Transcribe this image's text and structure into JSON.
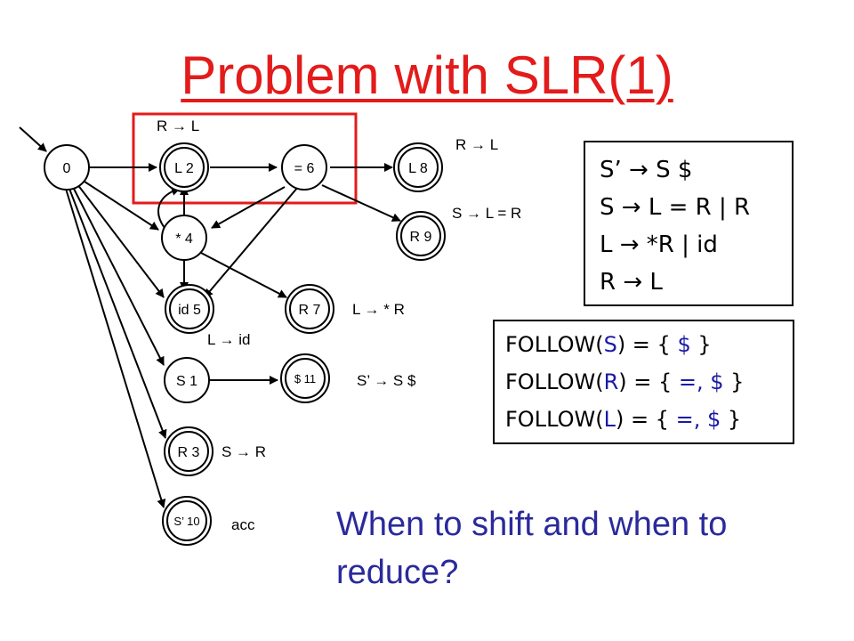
{
  "title": "Problem with SLR(1)",
  "states": {
    "s0": "0",
    "s2": "L 2",
    "s6": "= 6",
    "s8": "L 8",
    "s4": "* 4",
    "s9": "R 9",
    "s5": "id 5",
    "s7": "R 7",
    "s1": "S 1",
    "s11": "$ 11",
    "s3": "R 3",
    "s10": "S’ 10"
  },
  "labels": {
    "r_l_top": "R  →  L",
    "r_l_8": "R  →  L",
    "s_l_eq_r": "S  →  L = R",
    "l_star_r": "L  →  * R",
    "l_id": "L  →  id",
    "s_s_dollar": "S’  →  S $",
    "s_r": "S  →  R",
    "acc": "acc"
  },
  "grammar": {
    "line1": "S’  →  S $",
    "line2": "S  →  L = R | R",
    "line3": "L  →  *R | id",
    "line4": "R  →  L"
  },
  "follow": {
    "follow_s": {
      "prefix": "FOLLOW(",
      "sym": "S",
      "mid": ") = { ",
      "set": "$",
      "suffix": " }"
    },
    "follow_r": {
      "prefix": "FOLLOW(",
      "sym": "R",
      "mid": ") = { ",
      "set": "=, $",
      "suffix": " }"
    },
    "follow_l": {
      "prefix": "FOLLOW(",
      "sym": "L",
      "mid": ") = { ",
      "set": "=, $",
      "suffix": " }"
    }
  },
  "question": "When to shift and when to reduce?",
  "colors": {
    "title": "#e31b1b",
    "highlight": "#e31b1b",
    "question": "#2a2a9c"
  }
}
